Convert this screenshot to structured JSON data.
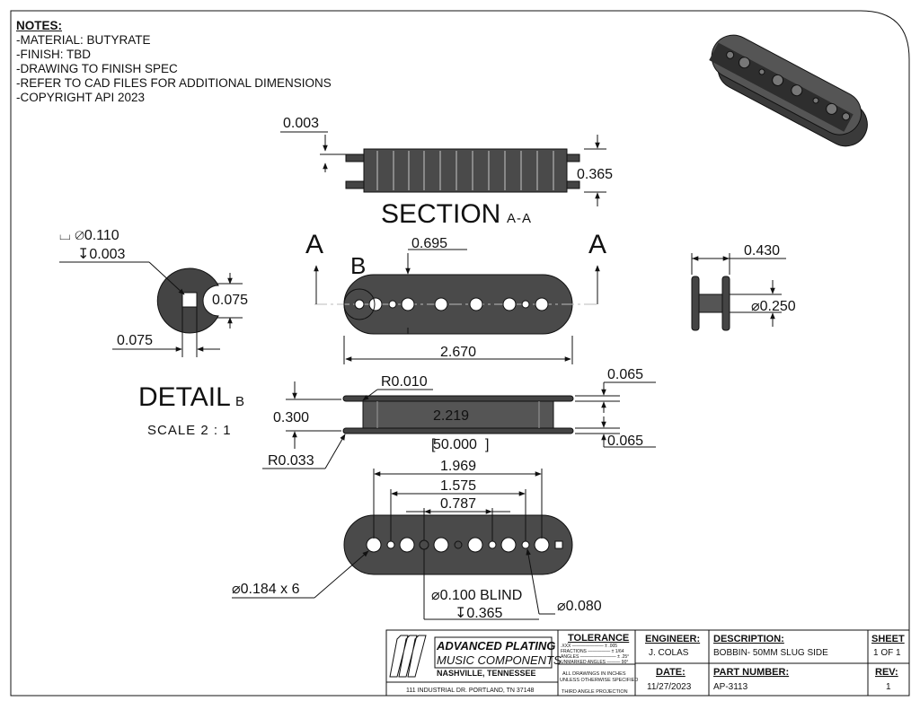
{
  "notes": {
    "heading": "NOTES:",
    "lines": [
      "-MATERIAL: BUTYRATE",
      "-FINISH: TBD",
      "-DRAWING TO FINISH SPEC",
      "-REFER TO CAD FILES FOR ADDITIONAL DIMENSIONS",
      "-COPYRIGHT API 2023"
    ]
  },
  "section": {
    "title": "SECTION",
    "suffix": "A-A",
    "dim_top": "0.003",
    "dim_height": "0.365"
  },
  "top_view": {
    "cut_a_left": "A",
    "cut_a_right": "A",
    "detail_ref": "B",
    "dim_center": "0.695",
    "dim_length": "2.670"
  },
  "detail": {
    "counterbore": "⌴ ⌀0.110",
    "depth": "↧0.003",
    "dim_right": "0.075",
    "dim_bottom": "0.075",
    "title": "DETAIL",
    "suffix": "B",
    "scale": "SCALE 2 : 1"
  },
  "end_view": {
    "dim_width": "0.430",
    "dim_dia": "⌀0.250"
  },
  "side_view": {
    "r_top": "R0.010",
    "r_bottom": "R0.033",
    "dim_height": "0.300",
    "dim_inner": "2.219",
    "dim_flange_top": "0.065",
    "dim_flange_bottom": "0.065"
  },
  "bottom_view": {
    "ref_mm": "50.000",
    "dim_outer": "1.969",
    "dim_mid": "1.575",
    "dim_inner": "0.787",
    "holes": "⌀0.184 x 6",
    "blind": "⌀0.100 BLIND",
    "blind_depth": "↧0.365",
    "small_hole": "⌀0.080"
  },
  "title_block": {
    "logo_line1": "ADVANCED PLATING",
    "logo_line2": "MUSIC COMPONENTS",
    "logo_line3": "NASHVILLE, TENNESSEE",
    "address": "111 INDUSTRIAL DR. PORTLAND, TN 37148",
    "tolerance_head": "TOLERANCE",
    "tol1": ".XXX ——————— ± .005",
    "tol2": "FRACTIONS ————— ± 1/64",
    "tol3": "ANGLES ———————— ± .25°",
    "tol4": "UNMARKED ANGLES ——— 90°",
    "note1": "ALL DRAWINGS IN INCHES",
    "note2": "UNLESS OTHERWISE SPECIFIED",
    "projection": "THIRD ANGLE PROJECTION",
    "engineer_label": "ENGINEER:",
    "engineer": "J. COLAS",
    "date_label": "DATE:",
    "date": "11/27/2023",
    "desc_label": "DESCRIPTION:",
    "desc": "BOBBIN- 50MM SLUG SIDE",
    "pn_label": "PART NUMBER:",
    "pn": "AP-3113",
    "sheet_label": "SHEET",
    "sheet": "1 OF 1",
    "rev_label": "REV:",
    "rev": "1"
  }
}
